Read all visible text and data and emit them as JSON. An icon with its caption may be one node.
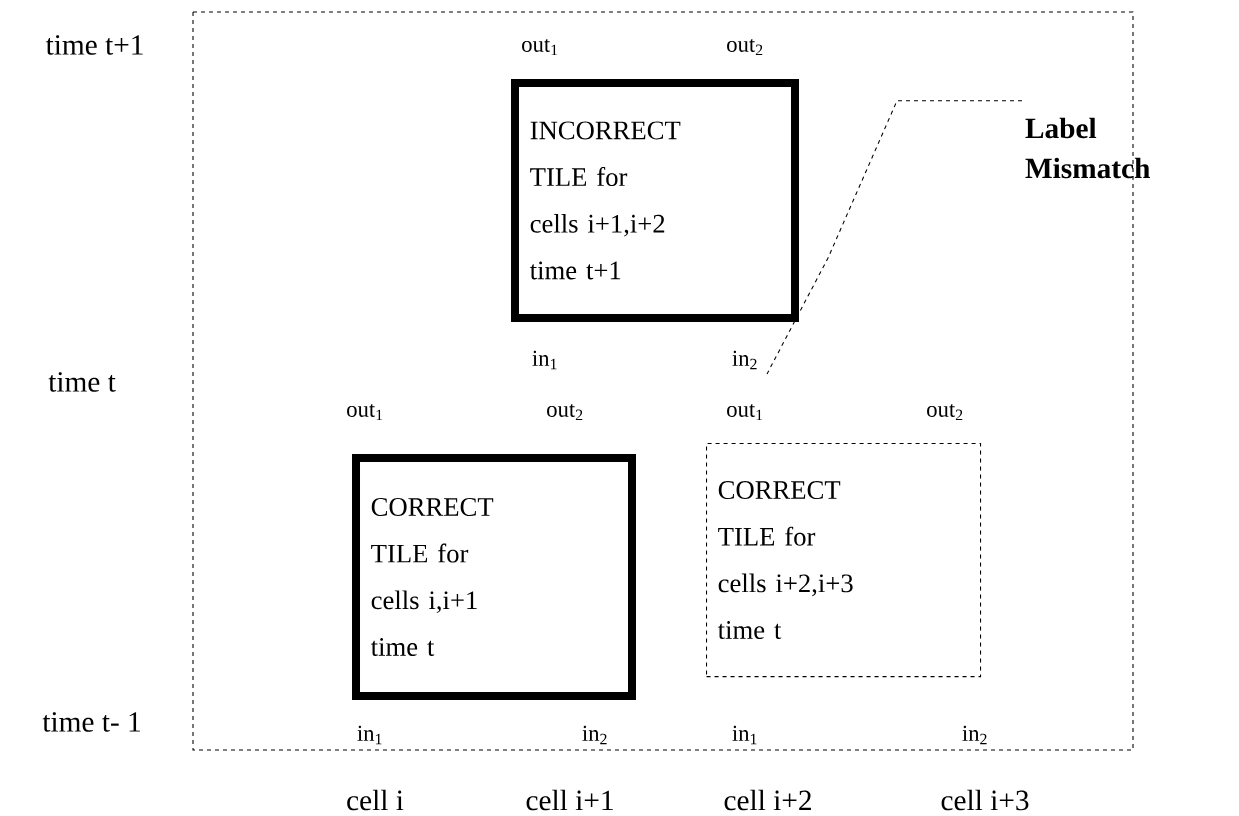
{
  "diagram": {
    "nodes": [
      {
        "text": [
          "INCORRECT TILE for cells i+1,i+2 time t+1"
        ],
        "beside": [
          "out$_{1}$",
          "out$_{2}$",
          "in$_{1}$",
          "in$_{2}$"
        ]
      },
      {
        "text": [
          "CORRECT TILE for cells i,i+1 time t"
        ],
        "beside": [
          "out$_{1}$",
          "out$_{2}$",
          "in$_{1}$",
          "in$_{2}$"
        ]
      },
      {
        "text": [
          "CORRECT TILE for cells i+2,i+3 time t"
        ],
        "beside": [
          "out$_{1}$",
          "out$_{2}$",
          "in$_{1}$",
          "in$_{2}$"
        ]
      },
      {
        "text": [
          "Label Mismatch"
        ]
      }
    ],
    "edges": [
      {
        "from": 3,
        "to": 0,
        "arrow": "none",
        "style": "dashed"
      }
    ],
    "labels": [
      "time t+1",
      "time t",
      "time t- 1",
      "cell i",
      "cell i+1",
      "cell i+2",
      "cell i+3"
    ]
  }
}
